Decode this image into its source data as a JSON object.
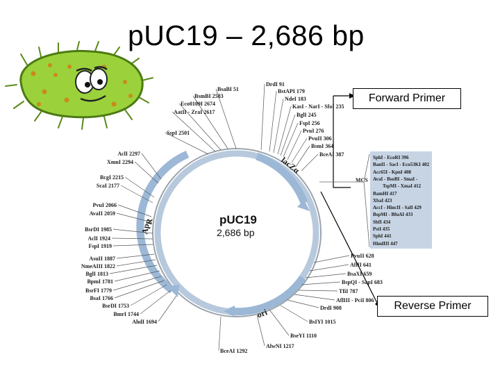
{
  "title": "pUC19 – 2,686 bp",
  "plasmid": {
    "name": "pUC19",
    "size": "2,686 bp"
  },
  "genes": {
    "lacz": "lacZα",
    "amp": "Ap",
    "amp_sup": "R",
    "ori": "ori"
  },
  "mcs_label": "MCS",
  "primers": {
    "forward": "Forward Primer",
    "reverse": "Reverse Primer"
  },
  "mcs_sites": [
    "SphI - EcoRI  396",
    "BanII - SacI - Eco53KI  402",
    "Acc65I - KpnI  408",
    "AvaI - BsoBI - SmaI -",
    "TspMI - XmaI  412",
    "BamHI  417",
    "XbaI  423",
    "AccI - HincII - SalI  429",
    "BspMI - BfuAI  433",
    "SbfI  434",
    "PstI  435",
    "SphI  441",
    "HindIII  447"
  ],
  "sites": [
    {
      "t": "DrdI  91"
    },
    {
      "t": "BsaBI  51"
    },
    {
      "t": "BstAPI  179"
    },
    {
      "t": "BsmBI  2583"
    },
    {
      "t": "NdeI  183"
    },
    {
      "t": "Eco0109I  2674"
    },
    {
      "t": "KasI - NarI - SfoI  235"
    },
    {
      "t": "AatII - ZraI  2617"
    },
    {
      "t": "BglI  245"
    },
    {
      "t": "SspI  2501"
    },
    {
      "t": "FspI  256"
    },
    {
      "t": "PvuI  276"
    },
    {
      "t": "PvuII  306"
    },
    {
      "t": "BsmI  364"
    },
    {
      "t": "BceAI  387"
    },
    {
      "t": "AclI  2297"
    },
    {
      "t": "XmnI  2294"
    },
    {
      "t": "BcgI  2215"
    },
    {
      "t": "ScaI  2177"
    },
    {
      "t": "PvuI  2066"
    },
    {
      "t": "AvaII  2059"
    },
    {
      "t": "BsrDI  1985"
    },
    {
      "t": "AclI  1924"
    },
    {
      "t": "FspI  1919"
    },
    {
      "t": "AsuII  1887"
    },
    {
      "t": "NmeAIII  1822"
    },
    {
      "t": "BglI  1813"
    },
    {
      "t": "BpmI  1781"
    },
    {
      "t": "BsrFI  1779"
    },
    {
      "t": "BsaI  1766"
    },
    {
      "t": "BsrDI  1753"
    },
    {
      "t": "BmrI  1744"
    },
    {
      "t": "AhdI  1694"
    },
    {
      "t": "BceAI  1292"
    },
    {
      "t": "AlwNI  1217"
    },
    {
      "t": "BseYI  1110"
    },
    {
      "t": "BsIYI  1015"
    },
    {
      "t": "DrdI  908"
    },
    {
      "t": "AflIII - PciI  806"
    },
    {
      "t": "TfiI  787"
    },
    {
      "t": "BspQI - SapI  683"
    },
    {
      "t": "BsaXI  659"
    },
    {
      "t": "AflII  641"
    },
    {
      "t": "PvuII  628"
    }
  ]
}
